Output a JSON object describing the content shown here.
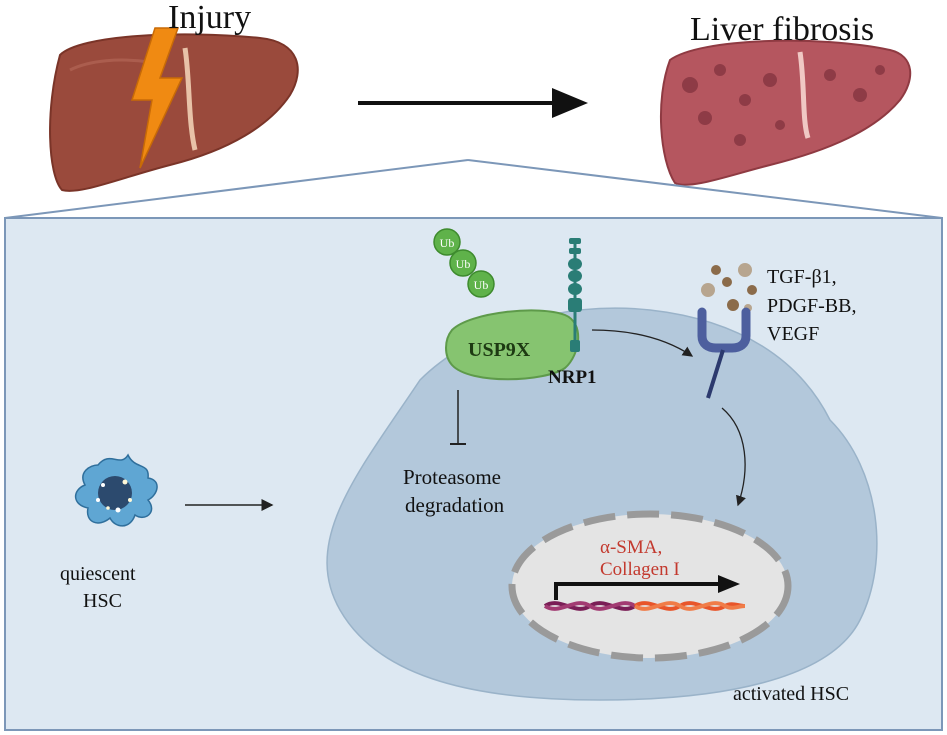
{
  "labels": {
    "injury": "Injury",
    "liver_fibrosis": "Liver fibrosis",
    "ub": "Ub",
    "usp9x": "USP9X",
    "nrp1": "NRP1",
    "growth_factors": [
      "TGF-β1,",
      "PDGF-BB,",
      "VEGF"
    ],
    "proteasome": [
      "Proteasome",
      "degradation"
    ],
    "genes": [
      "α-SMA,",
      "Collagen I"
    ],
    "quiescent_hsc": [
      "quiescent",
      "HSC"
    ],
    "activated_hsc": "activated HSC"
  },
  "colors": {
    "liver_healthy": "#9a4a3c",
    "liver_fibrotic": "#b5565f",
    "lightning": "#f08a12",
    "panel_bg": "#dde8f2",
    "panel_border": "#7c97b8",
    "cell": "#b3c8db",
    "nucleus": "#e4e4e4",
    "usp9x": "#86c470",
    "ub": "#5fb24a",
    "nrp1": "#2a7d76",
    "receptor": "#4d5f9e",
    "gene_text": "#c3392e",
    "dna_purple": "#7a1e56",
    "dna_orange": "#e8552a"
  }
}
